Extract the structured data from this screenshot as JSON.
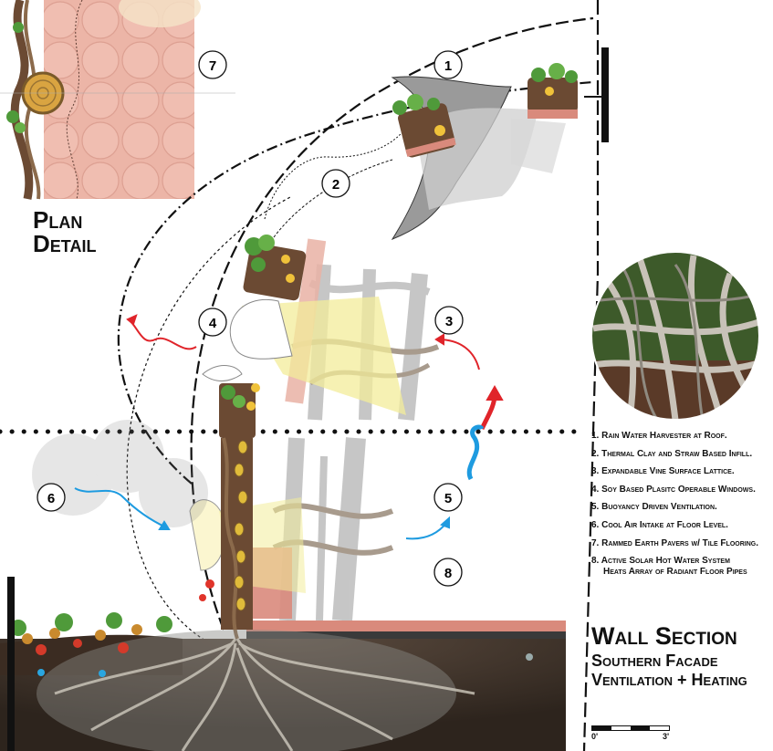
{
  "plan_title": {
    "line1": "Plan",
    "line2": "Detail"
  },
  "section_title": {
    "line1": "Wall Section",
    "line2": "Southern Facade",
    "line3": "Ventilation + Heating"
  },
  "markers": [
    "1",
    "2",
    "3",
    "4",
    "5",
    "6",
    "7",
    "8"
  ],
  "legend": {
    "items": [
      "1. Rain Water Harvester at Roof.",
      "2. Thermal Clay and Straw Based Infill.",
      "3. Expandable Vine Surface Lattice.",
      "4. Soy Based Plasitc Operable Windows.",
      "5. Buoyancy Driven Ventilation.",
      "6. Cool Air Intake at Floor Level.",
      "7. Rammed Earth Pavers w/ Tile Flooring.",
      "8. Active Solar Hot Water System"
    ],
    "item8_cont": "Heats Array of Radiant Floor Pipes"
  },
  "scale": {
    "start": "0'",
    "end": "3'"
  },
  "colors": {
    "warm_air": "#e0242a",
    "cool_air": "#1e9be0",
    "clay": "#d98a7c",
    "glass": "#f3ec9a",
    "soil": "#3b2c22",
    "foliage": "#4f9a3a"
  }
}
